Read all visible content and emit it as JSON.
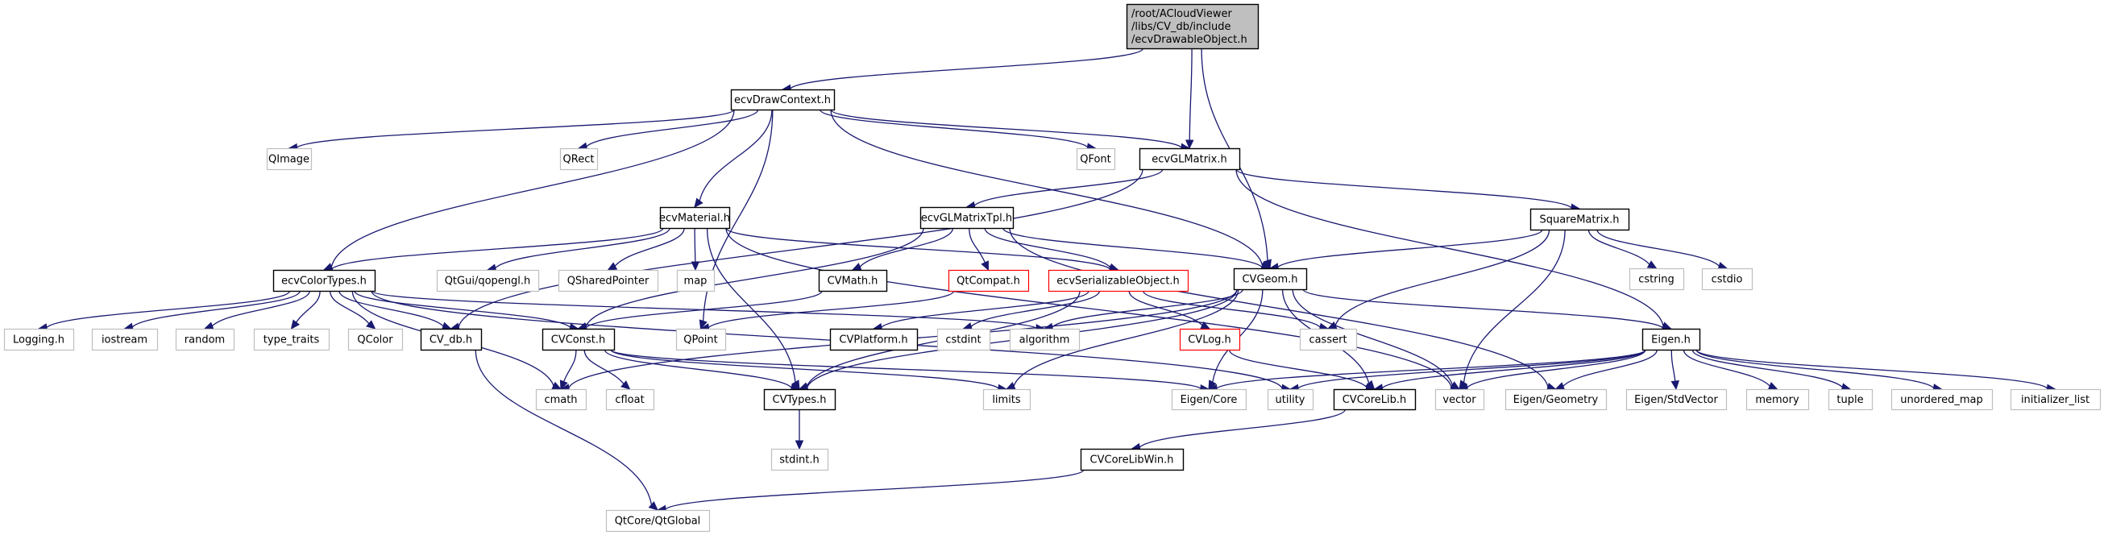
{
  "title": "/root/ACloudViewer/libs/CV_db/include/ecvDrawableObject.h",
  "colors": {
    "edge": "#191970",
    "root_fill": "#bfbfbf",
    "local_border": "#000000",
    "system_border": "#bfbfbf",
    "missing_border": "#ff0000"
  },
  "nodes": [
    {
      "id": "root",
      "label": "/root/ACloudViewer\n/libs/CV_db/include\n/ecvDrawableObject.h",
      "kind": "root"
    },
    {
      "id": "ecvDrawContext",
      "label": "ecvDrawContext.h",
      "kind": "local"
    },
    {
      "id": "QImage",
      "label": "QImage",
      "kind": "system"
    },
    {
      "id": "QRect",
      "label": "QRect",
      "kind": "system"
    },
    {
      "id": "QFont",
      "label": "QFont",
      "kind": "system"
    },
    {
      "id": "ecvGLMatrix",
      "label": "ecvGLMatrix.h",
      "kind": "local"
    },
    {
      "id": "ecvMaterial",
      "label": "ecvMaterial.h",
      "kind": "local"
    },
    {
      "id": "ecvGLMatrixTpl",
      "label": "ecvGLMatrixTpl.h",
      "kind": "local"
    },
    {
      "id": "SquareMatrix",
      "label": "SquareMatrix.h",
      "kind": "local"
    },
    {
      "id": "ecvColorTypes",
      "label": "ecvColorTypes.h",
      "kind": "local"
    },
    {
      "id": "qopengl",
      "label": "QtGui/qopengl.h",
      "kind": "system"
    },
    {
      "id": "QSharedPointer",
      "label": "QSharedPointer",
      "kind": "system"
    },
    {
      "id": "map",
      "label": "map",
      "kind": "system"
    },
    {
      "id": "CVMath",
      "label": "CVMath.h",
      "kind": "local"
    },
    {
      "id": "QtCompat",
      "label": "QtCompat.h",
      "kind": "missing"
    },
    {
      "id": "ecvSerializableObject",
      "label": "ecvSerializableObject.h",
      "kind": "missing"
    },
    {
      "id": "CVGeom",
      "label": "CVGeom.h",
      "kind": "local"
    },
    {
      "id": "cstring",
      "label": "cstring",
      "kind": "system"
    },
    {
      "id": "cstdio",
      "label": "cstdio",
      "kind": "system"
    },
    {
      "id": "Logging",
      "label": "Logging.h",
      "kind": "system"
    },
    {
      "id": "iostream",
      "label": "iostream",
      "kind": "system"
    },
    {
      "id": "random",
      "label": "random",
      "kind": "system"
    },
    {
      "id": "type_traits",
      "label": "type_traits",
      "kind": "system"
    },
    {
      "id": "QColor",
      "label": "QColor",
      "kind": "system"
    },
    {
      "id": "CV_db",
      "label": "CV_db.h",
      "kind": "local"
    },
    {
      "id": "CVConst",
      "label": "CVConst.h",
      "kind": "local"
    },
    {
      "id": "QPoint",
      "label": "QPoint",
      "kind": "system"
    },
    {
      "id": "CVPlatform",
      "label": "CVPlatform.h",
      "kind": "local"
    },
    {
      "id": "cstdint",
      "label": "cstdint",
      "kind": "system"
    },
    {
      "id": "algorithm",
      "label": "algorithm",
      "kind": "system"
    },
    {
      "id": "CVLog",
      "label": "CVLog.h",
      "kind": "missing"
    },
    {
      "id": "cassert",
      "label": "cassert",
      "kind": "system"
    },
    {
      "id": "Eigen",
      "label": "Eigen.h",
      "kind": "local"
    },
    {
      "id": "cmath",
      "label": "cmath",
      "kind": "system"
    },
    {
      "id": "cfloat",
      "label": "cfloat",
      "kind": "system"
    },
    {
      "id": "CVTypes",
      "label": "CVTypes.h",
      "kind": "local"
    },
    {
      "id": "limits",
      "label": "limits",
      "kind": "system"
    },
    {
      "id": "EigenCore",
      "label": "Eigen/Core",
      "kind": "system"
    },
    {
      "id": "utility",
      "label": "utility",
      "kind": "system"
    },
    {
      "id": "CVCoreLib",
      "label": "CVCoreLib.h",
      "kind": "local"
    },
    {
      "id": "vector",
      "label": "vector",
      "kind": "system"
    },
    {
      "id": "EigenGeometry",
      "label": "Eigen/Geometry",
      "kind": "system"
    },
    {
      "id": "EigenStdVector",
      "label": "Eigen/StdVector",
      "kind": "system"
    },
    {
      "id": "memory",
      "label": "memory",
      "kind": "system"
    },
    {
      "id": "tuple",
      "label": "tuple",
      "kind": "system"
    },
    {
      "id": "unordered_map",
      "label": "unordered_map",
      "kind": "system"
    },
    {
      "id": "initializer_list",
      "label": "initializer_list",
      "kind": "system"
    },
    {
      "id": "stdint",
      "label": "stdint.h",
      "kind": "system"
    },
    {
      "id": "CVCoreLibWin",
      "label": "CVCoreLibWin.h",
      "kind": "local"
    },
    {
      "id": "QtGlobal",
      "label": "QtCore/QtGlobal",
      "kind": "system"
    }
  ],
  "edges": [
    [
      "root",
      "ecvDrawContext"
    ],
    [
      "root",
      "ecvGLMatrix"
    ],
    [
      "root",
      "CVGeom"
    ],
    [
      "ecvDrawContext",
      "QImage"
    ],
    [
      "ecvDrawContext",
      "QRect"
    ],
    [
      "ecvDrawContext",
      "QFont"
    ],
    [
      "ecvDrawContext",
      "ecvGLMatrix"
    ],
    [
      "ecvDrawContext",
      "ecvMaterial"
    ],
    [
      "ecvDrawContext",
      "ecvColorTypes"
    ],
    [
      "ecvDrawContext",
      "QPoint"
    ],
    [
      "ecvDrawContext",
      "CVGeom"
    ],
    [
      "ecvGLMatrix",
      "ecvGLMatrixTpl"
    ],
    [
      "ecvGLMatrix",
      "SquareMatrix"
    ],
    [
      "ecvGLMatrix",
      "Eigen"
    ],
    [
      "ecvGLMatrix",
      "CV_db"
    ],
    [
      "ecvMaterial",
      "ecvColorTypes"
    ],
    [
      "ecvMaterial",
      "qopengl"
    ],
    [
      "ecvMaterial",
      "QSharedPointer"
    ],
    [
      "ecvMaterial",
      "map"
    ],
    [
      "ecvMaterial",
      "ecvSerializableObject"
    ],
    [
      "ecvMaterial",
      "vector"
    ],
    [
      "ecvMaterial",
      "CVTypes"
    ],
    [
      "ecvGLMatrixTpl",
      "CVMath"
    ],
    [
      "ecvGLMatrixTpl",
      "QtCompat"
    ],
    [
      "ecvGLMatrixTpl",
      "ecvSerializableObject"
    ],
    [
      "ecvGLMatrixTpl",
      "CVGeom"
    ],
    [
      "ecvGLMatrixTpl",
      "CVConst"
    ],
    [
      "ecvGLMatrixTpl",
      "EigenGeometry"
    ],
    [
      "SquareMatrix",
      "CVGeom"
    ],
    [
      "SquareMatrix",
      "cstring"
    ],
    [
      "SquareMatrix",
      "cstdio"
    ],
    [
      "SquareMatrix",
      "cassert"
    ],
    [
      "SquareMatrix",
      "vector"
    ],
    [
      "ecvColorTypes",
      "Logging"
    ],
    [
      "ecvColorTypes",
      "iostream"
    ],
    [
      "ecvColorTypes",
      "random"
    ],
    [
      "ecvColorTypes",
      "type_traits"
    ],
    [
      "ecvColorTypes",
      "QColor"
    ],
    [
      "ecvColorTypes",
      "CV_db"
    ],
    [
      "ecvColorTypes",
      "CVConst"
    ],
    [
      "ecvColorTypes",
      "algorithm"
    ],
    [
      "ecvColorTypes",
      "cmath"
    ],
    [
      "ecvColorTypes",
      "utility"
    ],
    [
      "CVMath",
      "CVConst"
    ],
    [
      "QtCompat",
      "QPoint"
    ],
    [
      "ecvSerializableObject",
      "CVPlatform"
    ],
    [
      "ecvSerializableObject",
      "cstdint"
    ],
    [
      "ecvSerializableObject",
      "CVLog"
    ],
    [
      "ecvSerializableObject",
      "cassert"
    ],
    [
      "ecvSerializableObject",
      "CVTypes"
    ],
    [
      "CVGeom",
      "Eigen"
    ],
    [
      "CVGeom",
      "algorithm"
    ],
    [
      "CVGeom",
      "CVTypes"
    ],
    [
      "CVGeom",
      "cmath"
    ],
    [
      "CVGeom",
      "limits"
    ],
    [
      "CVGeom",
      "EigenCore"
    ],
    [
      "CVGeom",
      "CVCoreLib"
    ],
    [
      "CVGeom",
      "vector"
    ],
    [
      "CV_db",
      "QtGlobal"
    ],
    [
      "CVConst",
      "cmath"
    ],
    [
      "CVConst",
      "cfloat"
    ],
    [
      "CVConst",
      "CVTypes"
    ],
    [
      "CVConst",
      "limits"
    ],
    [
      "CVConst",
      "EigenCore"
    ],
    [
      "CVLog",
      "CVCoreLib"
    ],
    [
      "Eigen",
      "EigenCore"
    ],
    [
      "Eigen",
      "utility"
    ],
    [
      "Eigen",
      "CVCoreLib"
    ],
    [
      "Eigen",
      "vector"
    ],
    [
      "Eigen",
      "EigenGeometry"
    ],
    [
      "Eigen",
      "EigenStdVector"
    ],
    [
      "Eigen",
      "memory"
    ],
    [
      "Eigen",
      "tuple"
    ],
    [
      "Eigen",
      "unordered_map"
    ],
    [
      "Eigen",
      "initializer_list"
    ],
    [
      "CVTypes",
      "stdint"
    ],
    [
      "CVCoreLib",
      "CVCoreLibWin"
    ],
    [
      "CVCoreLibWin",
      "QtGlobal"
    ]
  ]
}
